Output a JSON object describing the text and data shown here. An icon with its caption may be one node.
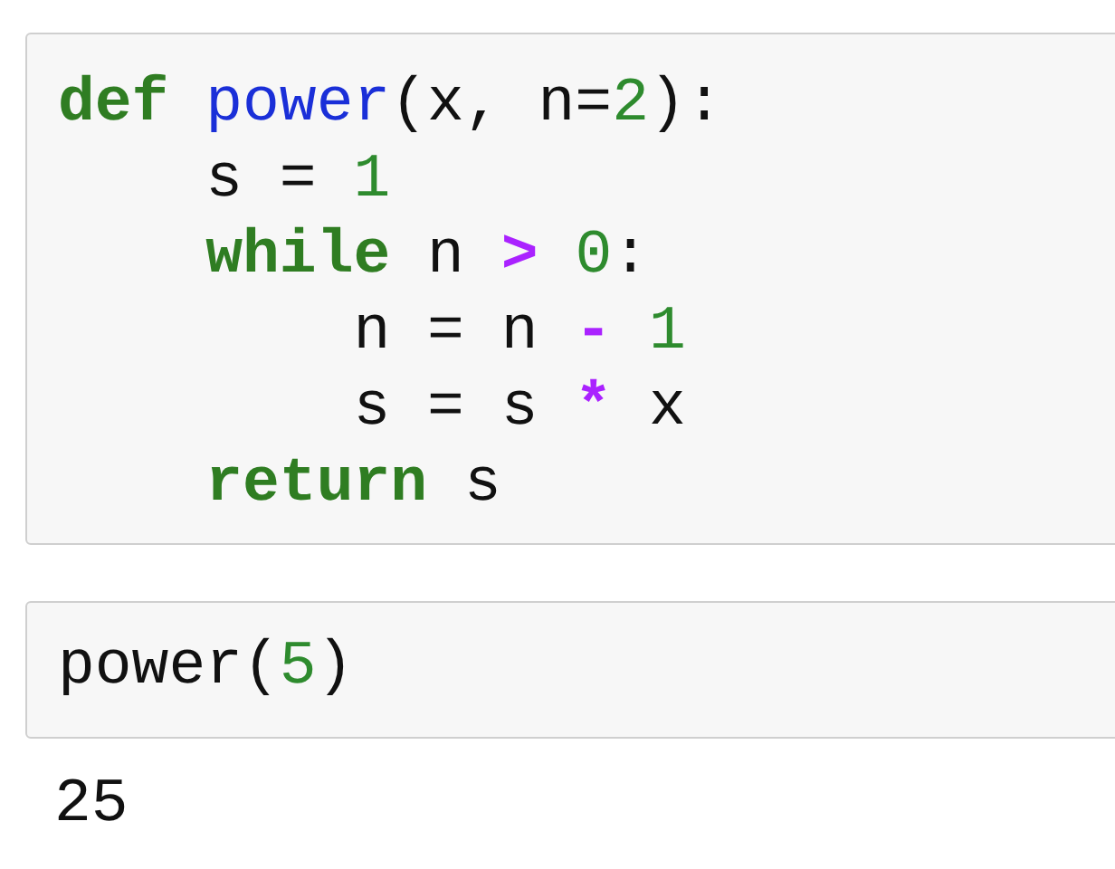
{
  "diagram": {
    "nodes": [
      {
        "text": [
          "**def** *power*(x, n=2):",
          "    s = 1",
          "    **while** n > 0:",
          "        n = n - 1",
          "        s = s * x",
          "    **return** s"
        ]
      },
      {
        "text": [
          "power(5)"
        ],
        "beside": [
          "25"
        ]
      }
    ]
  }
}
